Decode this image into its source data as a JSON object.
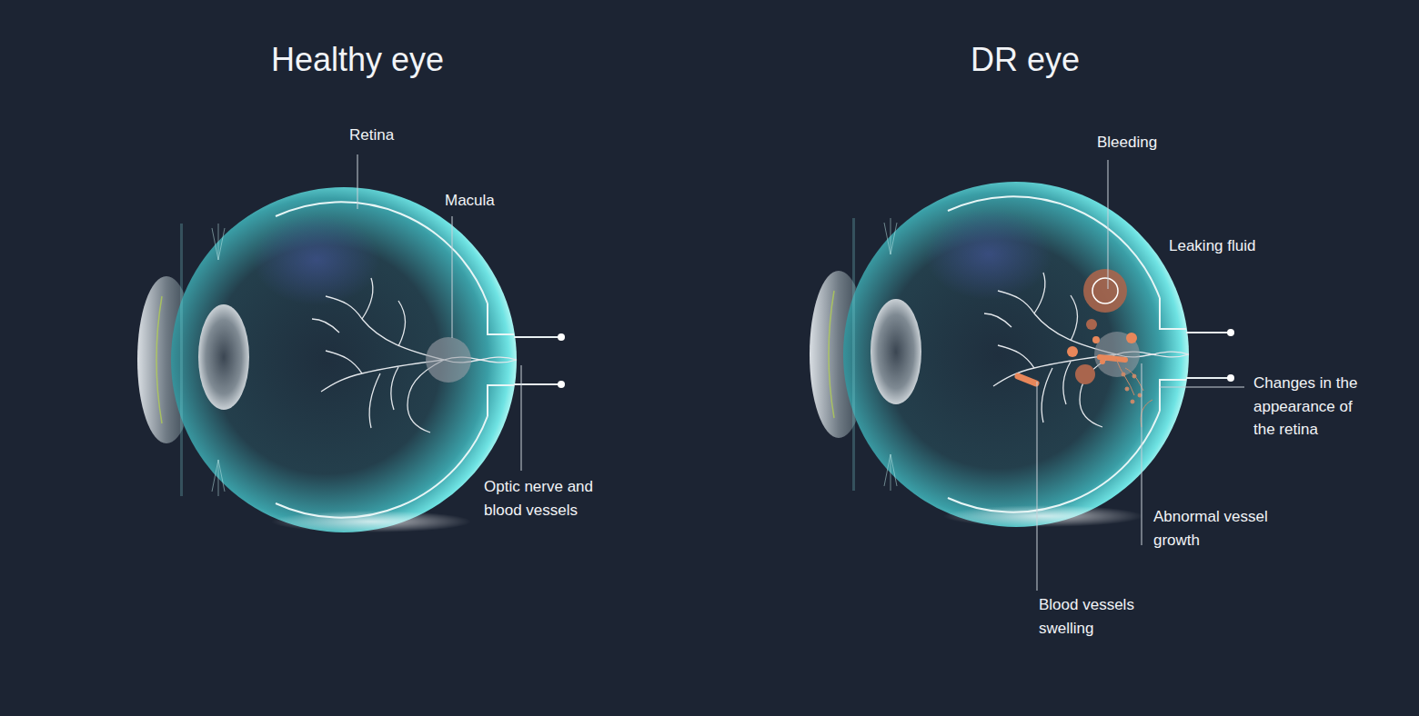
{
  "diagram": {
    "labels": [
      "Healthy eye",
      "Retina",
      "Macula",
      "Optic nerve and blood vessels",
      "DR eye",
      "Bleeding",
      "Leaking fluid",
      "Changes in the appearance of the retina",
      "Abnormal vessel growth",
      "Blood vessels swelling"
    ]
  }
}
